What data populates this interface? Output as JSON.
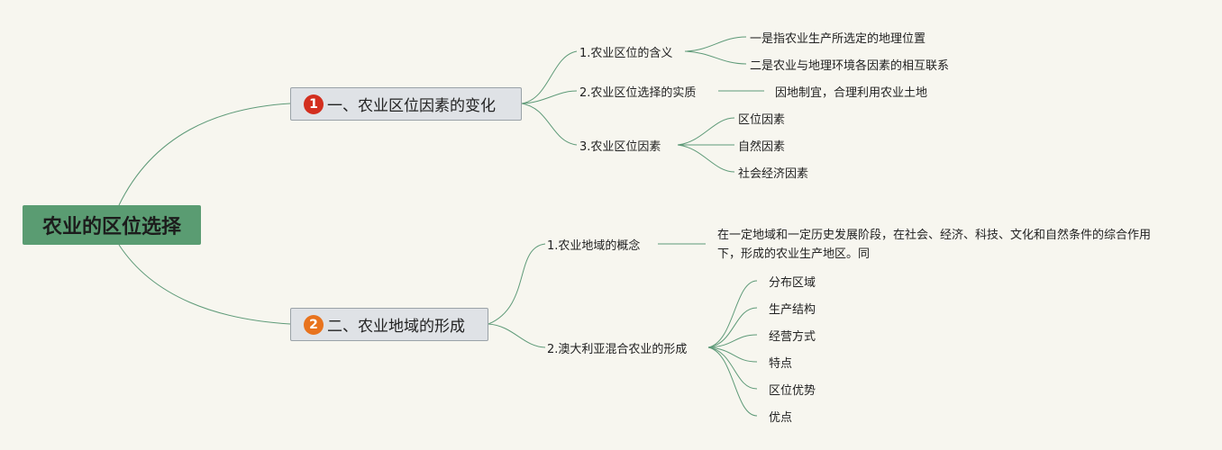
{
  "root": {
    "label": "农业的区位选择"
  },
  "branches": [
    {
      "number": "1",
      "label": "一、农业区位因素的变化",
      "badge_color": "#d32f1f",
      "children": [
        {
          "label": "1.农业区位的含义",
          "leaves": [
            "一是指农业生产所选定的地理位置",
            "二是农业与地理环境各因素的相互联系"
          ]
        },
        {
          "label": "2.农业区位选择的实质",
          "leaves": [
            "因地制宜，合理利用农业土地"
          ]
        },
        {
          "label": "3.农业区位因素",
          "leaves": [
            "区位因素",
            "自然因素",
            "社会经济因素"
          ]
        }
      ]
    },
    {
      "number": "2",
      "label": "二、农业地域的形成",
      "badge_color": "#e8731e",
      "children": [
        {
          "label": "1.农业地域的概念",
          "leaves": [
            "在一定地域和一定历史发展阶段，在社会、经济、科技、文化和自然条件的综合作用下，形成的农业生产地区。同"
          ]
        },
        {
          "label": "2.澳大利亚混合农业的形成",
          "leaves": [
            "分布区域",
            "生产结构",
            "经营方式",
            "特点",
            "区位优势",
            "优点"
          ]
        }
      ]
    }
  ],
  "colors": {
    "line": "#5e9a78",
    "root_bg": "#5a9c72",
    "branch_bg": "#dfe2e6"
  }
}
